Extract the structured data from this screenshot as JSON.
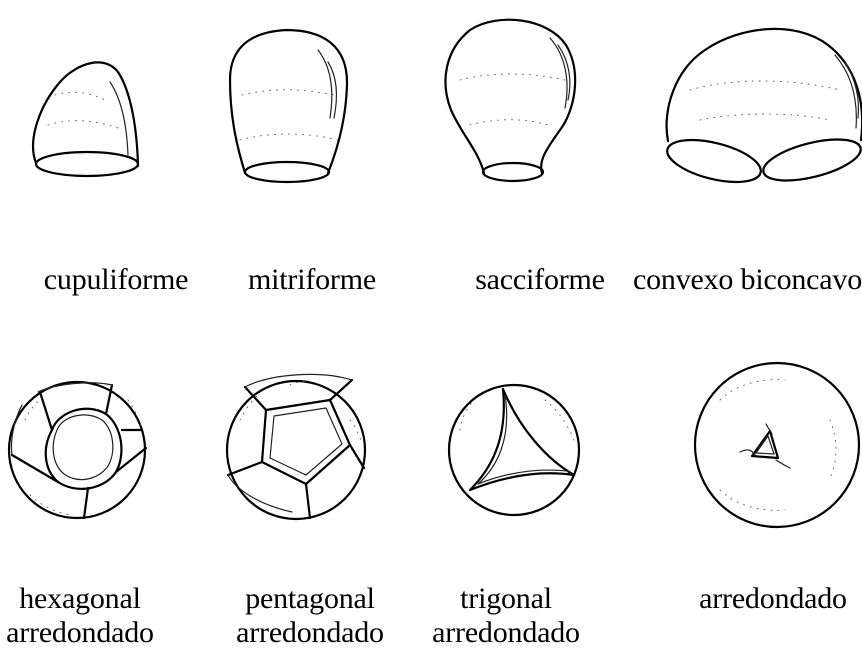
{
  "shape_rows": [
    {
      "row": "profile",
      "items": [
        {
          "id": "cupuliforme",
          "label_lines": [
            "cupuliforme"
          ]
        },
        {
          "id": "mitriforme",
          "label_lines": [
            "mitriforme"
          ]
        },
        {
          "id": "sacciforme",
          "label_lines": [
            "sacciforme"
          ]
        },
        {
          "id": "convexo-biconcavo",
          "label_lines": [
            "convexo biconcavo"
          ]
        }
      ]
    },
    {
      "row": "apical",
      "items": [
        {
          "id": "hexagonal-arredondado",
          "label_lines": [
            "hexagonal",
            "arredondado"
          ]
        },
        {
          "id": "pentagonal-arredondado",
          "label_lines": [
            "pentagonal",
            "arredondado"
          ]
        },
        {
          "id": "trigonal-arredondado",
          "label_lines": [
            "trigonal",
            "arredondado"
          ]
        },
        {
          "id": "arredondado",
          "label_lines": [
            "arredondado"
          ]
        }
      ]
    }
  ]
}
